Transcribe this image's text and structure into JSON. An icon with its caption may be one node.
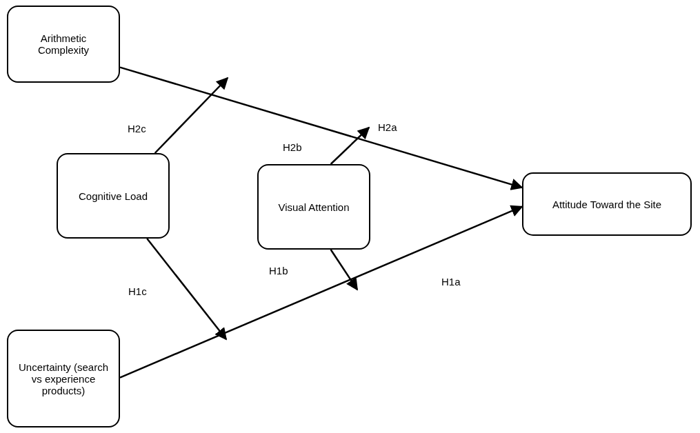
{
  "diagram": {
    "nodes": [
      {
        "text": [
          "Arithmetic Complexity"
        ]
      },
      {
        "text": [
          "Cognitive Load"
        ]
      },
      {
        "text": [
          "Visual Attention"
        ]
      },
      {
        "text": [
          "Attitude Toward the Site"
        ]
      },
      {
        "text": [
          "Uncertainty (search vs experience products)"
        ]
      }
    ],
    "edges": [
      {
        "from": 0,
        "to": 3,
        "arrow": "to",
        "label": "H2a"
      },
      {
        "from": 4,
        "to": 3,
        "arrow": "to",
        "label": "H1a"
      },
      {
        "from": 1,
        "to": null,
        "arrow": "to",
        "label": "H2c"
      },
      {
        "from": 1,
        "to": null,
        "arrow": "to",
        "label": "H1c"
      },
      {
        "from": 2,
        "to": null,
        "arrow": "to",
        "label": "H2b"
      },
      {
        "from": 2,
        "to": null,
        "arrow": "to",
        "label": "H1b"
      }
    ]
  }
}
